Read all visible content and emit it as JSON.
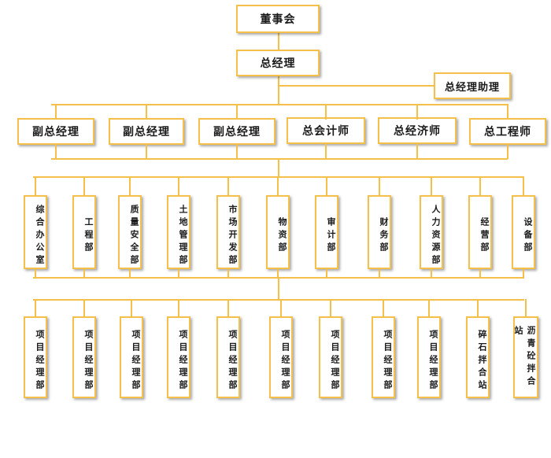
{
  "colors": {
    "accent": "#f4c04a",
    "text": "#1a1a1a"
  },
  "org": {
    "board": "董事会",
    "gm": "总经理",
    "assistant": "总经理助理",
    "level2": [
      "副总经理",
      "副总经理",
      "副总经理",
      "总会计师",
      "总经济师",
      "总工程师"
    ],
    "departments": [
      "综合办公室",
      "工程部",
      "质量安全部",
      "土地管理部",
      "市场开发部",
      "物资部",
      "审计部",
      "财务部",
      "人力资源部",
      "经营部",
      "设备部"
    ],
    "units": [
      "项目经理部",
      "项目经理部",
      "项目经理部",
      "项目经理部",
      "项目经理部",
      "项目经理部",
      "项目经理部",
      "项目经理部",
      "项目经理部",
      "碎石拌合站",
      "沥青砼拌合站"
    ]
  }
}
